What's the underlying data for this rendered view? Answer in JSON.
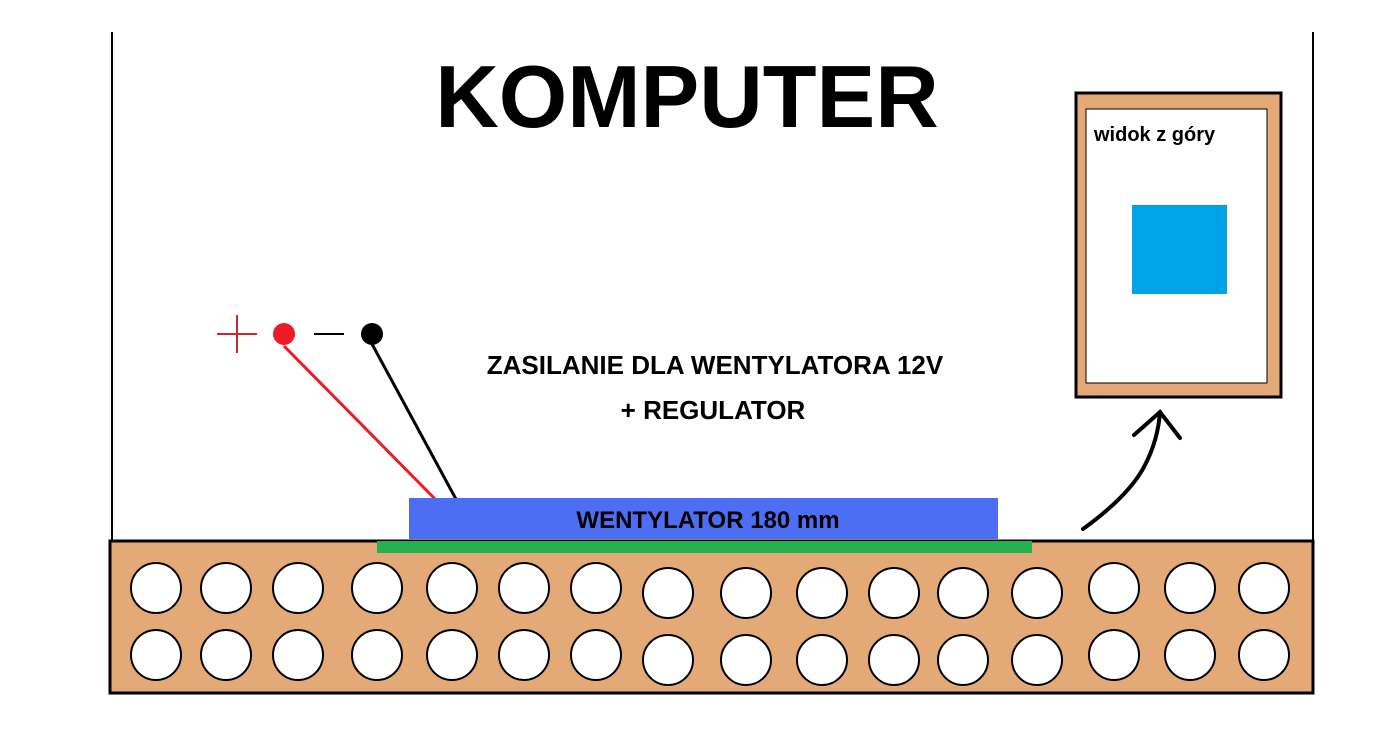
{
  "title": "KOMPUTER",
  "power_label_line1": "ZASILANIE DLA WENTYLATORA 12V",
  "power_label_line2": "+ REGULATOR",
  "fan_label": "WENTYLATOR 180 mm",
  "top_view_label": "widok z góry",
  "terminals": {
    "plus_symbol": "+",
    "minus_symbol": "−"
  },
  "colors": {
    "case_wood": "#E3AA78",
    "fan_blue": "#4D6DF3",
    "fan_top_view": "#00A2E8",
    "gasket_green": "#22B14C",
    "wire_red": "#ED1C24",
    "wire_black": "#000000"
  },
  "vent_holes": {
    "rows": 2,
    "per_row": 16
  }
}
